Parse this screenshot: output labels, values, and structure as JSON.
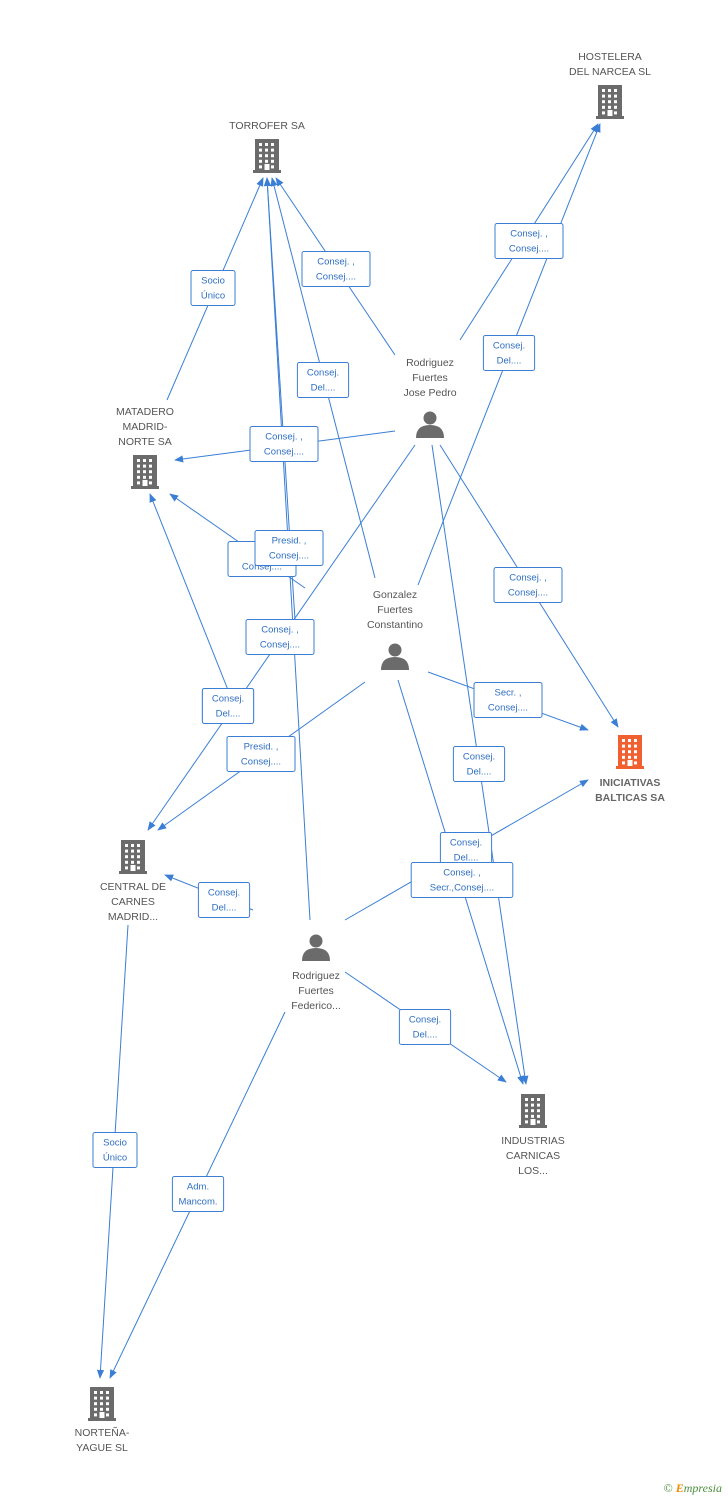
{
  "colors": {
    "edge": "#3a7fd5",
    "edge_text": "#2f6fc2",
    "company_icon": "#6b6b6b",
    "company_highlight": "#f06030",
    "person_icon": "#6b6b6b",
    "label": "#555555"
  },
  "diagram": {
    "nodes": [
      {
        "id": "hostelera",
        "type": "company",
        "icon": "building-icon",
        "label": [
          "HOSTELERA",
          "DEL NARCEA SL"
        ]
      },
      {
        "id": "torrofer",
        "type": "company",
        "icon": "building-icon",
        "label": [
          "TORROFER SA"
        ]
      },
      {
        "id": "matadero",
        "type": "company",
        "icon": "building-icon",
        "label": [
          "MATADERO",
          "MADRID-",
          "NORTE SA"
        ]
      },
      {
        "id": "iniciativas",
        "type": "company",
        "icon": "building-icon",
        "highlight": true,
        "label": [
          "INICIATIVAS",
          "BALTICAS SA"
        ]
      },
      {
        "id": "central",
        "type": "company",
        "icon": "building-icon",
        "label": [
          "CENTRAL DE",
          "CARNES",
          "MADRID..."
        ]
      },
      {
        "id": "industrias",
        "type": "company",
        "icon": "building-icon",
        "label": [
          "INDUSTRIAS",
          "CARNICAS",
          "LOS..."
        ]
      },
      {
        "id": "nortena",
        "type": "company",
        "icon": "building-icon",
        "label": [
          "NORTEÑA-",
          "YAGUE SL"
        ]
      },
      {
        "id": "jose_pedro",
        "type": "person",
        "icon": "person-icon",
        "label": [
          "Rodriguez",
          "Fuertes",
          "Jose Pedro"
        ]
      },
      {
        "id": "constantino",
        "type": "person",
        "icon": "person-icon",
        "label": [
          "Gonzalez",
          "Fuertes",
          "Constantino"
        ]
      },
      {
        "id": "federico",
        "type": "person",
        "icon": "person-icon",
        "label": [
          "Rodriguez",
          "Fuertes",
          "Federico..."
        ]
      }
    ],
    "edges": [
      {
        "id": "e1",
        "label": [
          "Socio",
          "Único"
        ]
      },
      {
        "id": "e2",
        "label": [
          "Consej. ,",
          "Consej...."
        ]
      },
      {
        "id": "e3",
        "label": [
          "Consej. ,",
          "Consej...."
        ]
      },
      {
        "id": "e4",
        "label": [
          "Consej.",
          "Del...."
        ]
      },
      {
        "id": "e5",
        "label": [
          "Consej.",
          "Del...."
        ]
      },
      {
        "id": "e6",
        "label": [
          "Consej. ,",
          "Consej...."
        ]
      },
      {
        "id": "e7",
        "label": [
          "Consej. ,",
          "Consej...."
        ]
      },
      {
        "id": "e8",
        "label": [
          "Consej.",
          "Del...."
        ]
      },
      {
        "id": "e9",
        "label": [
          "Se",
          "Consej...."
        ]
      },
      {
        "id": "e10",
        "label": [
          "Presid. ,",
          "Consej...."
        ]
      },
      {
        "id": "e11",
        "label": [
          "Consej. ,",
          "Consej...."
        ]
      },
      {
        "id": "e12",
        "label": [
          "Consej.",
          "Del...."
        ]
      },
      {
        "id": "e13",
        "label": [
          "Presid. ,",
          "Consej...."
        ]
      },
      {
        "id": "e14",
        "label": [
          "Secr. ,",
          "Consej...."
        ]
      },
      {
        "id": "e15",
        "label": [
          "Consej.",
          "Del...."
        ]
      },
      {
        "id": "e16",
        "label": [
          "Consej.",
          "Del...."
        ]
      },
      {
        "id": "e17",
        "label": [
          "Consej. ,",
          "Secr.,Consej...."
        ]
      },
      {
        "id": "e18",
        "label": [
          "Consej.",
          "Del...."
        ]
      },
      {
        "id": "e19",
        "label": [
          "Consej.",
          "Del...."
        ]
      },
      {
        "id": "e20",
        "label": [
          "Socio",
          "Único"
        ]
      },
      {
        "id": "e21",
        "label": [
          "Adm.",
          "Mancom."
        ]
      }
    ]
  },
  "watermark": {
    "copyright": "©",
    "brand_initial": "E",
    "brand_rest": "mpresia"
  }
}
